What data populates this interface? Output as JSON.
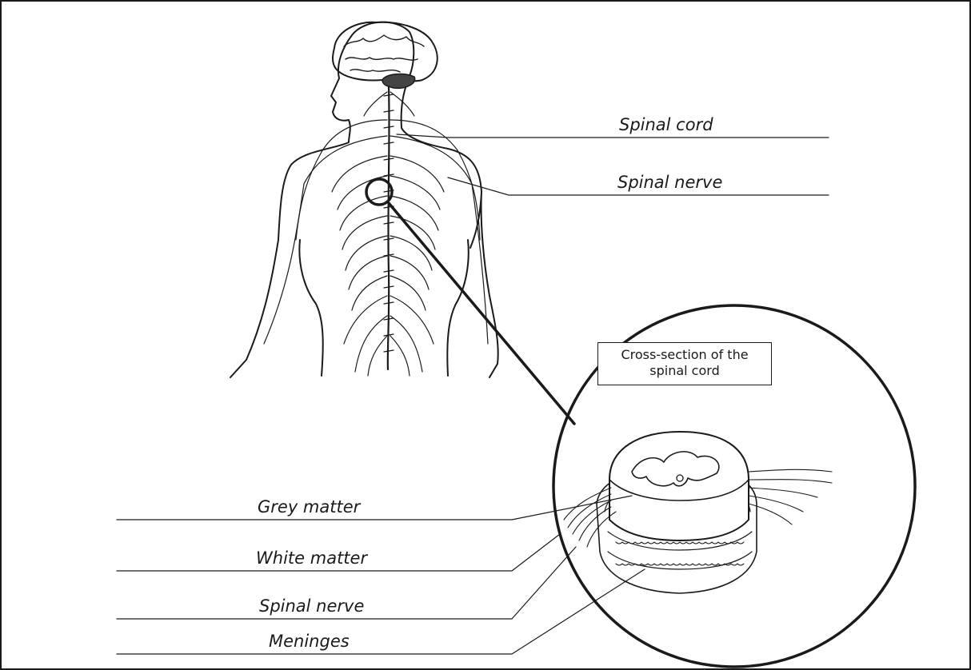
{
  "labels": {
    "spinal_cord": "Spinal cord",
    "spinal_nerve_top": "Spinal nerve",
    "grey_matter": "Grey matter",
    "white_matter": "White matter",
    "spinal_nerve_bottom": "Spinal nerve",
    "meninges": "Meninges"
  },
  "inset": {
    "line1": "Cross-section of the",
    "line2": "spinal cord"
  }
}
